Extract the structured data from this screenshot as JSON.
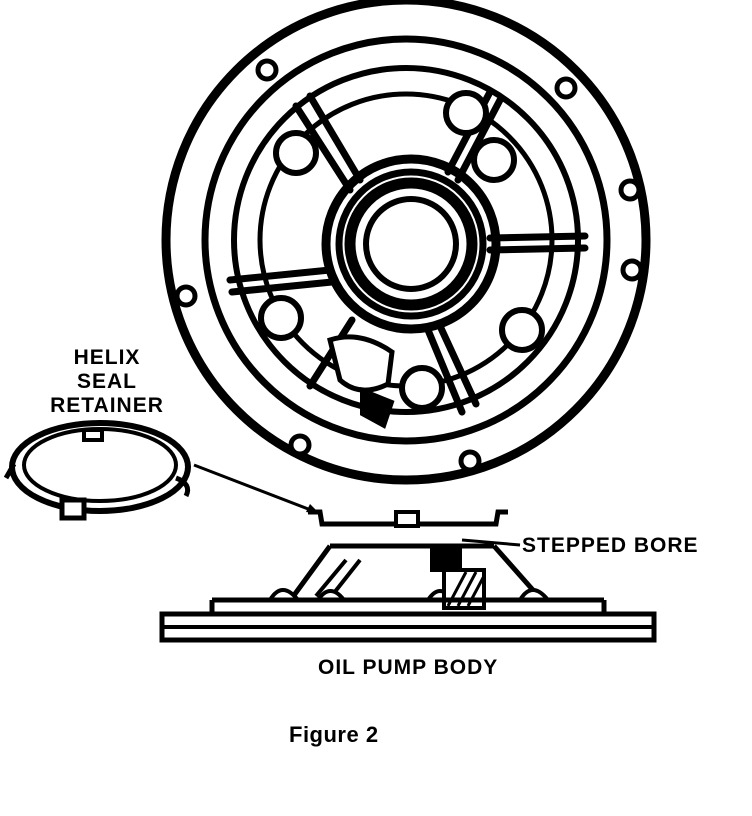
{
  "labels": {
    "helix_line1": "HELIX",
    "helix_line2": "SEAL",
    "helix_line3": "RETAINER",
    "stepped_bore": "STEPPED BORE",
    "oil_pump_body": "OIL PUMP BODY"
  },
  "caption": "Figure 2",
  "colors": {
    "ink": "#000000",
    "paper": "#ffffff"
  }
}
